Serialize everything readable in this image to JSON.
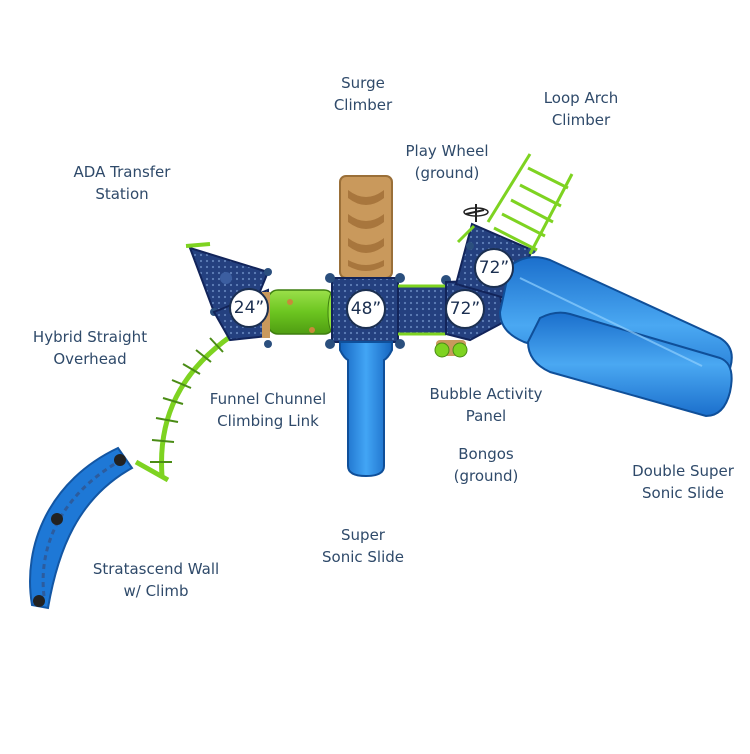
{
  "labels": {
    "surge_climber": [
      "Surge",
      "Climber"
    ],
    "loop_arch_climber": [
      "Loop Arch",
      "Climber"
    ],
    "play_wheel": [
      "Play Wheel",
      "(ground)"
    ],
    "ada_transfer": [
      "ADA Transfer",
      "Station"
    ],
    "hybrid_overhead": [
      "Hybrid Straight",
      "Overhead"
    ],
    "funnel_chunnel": [
      "Funnel Chunnel",
      "Climbing Link"
    ],
    "bubble_panel": [
      "Bubble Activity",
      "Panel"
    ],
    "bongos": [
      "Bongos",
      "(ground)"
    ],
    "double_slide": [
      "Double Super",
      "Sonic Slide"
    ],
    "super_slide": [
      "Super",
      "Sonic Slide"
    ],
    "stratascend": [
      "Stratascend Wall",
      "w/ Climb"
    ]
  },
  "decks": {
    "d24": "24”",
    "d48": "48”",
    "d72a": "72”",
    "d72b": "72”"
  },
  "colors": {
    "label_text": "#2f4a6a",
    "deck_navy": "#1f3a7a",
    "slide_blue": "#1c7fd8",
    "accent_green": "#7ed321",
    "climber_tan": "#c9995c"
  }
}
